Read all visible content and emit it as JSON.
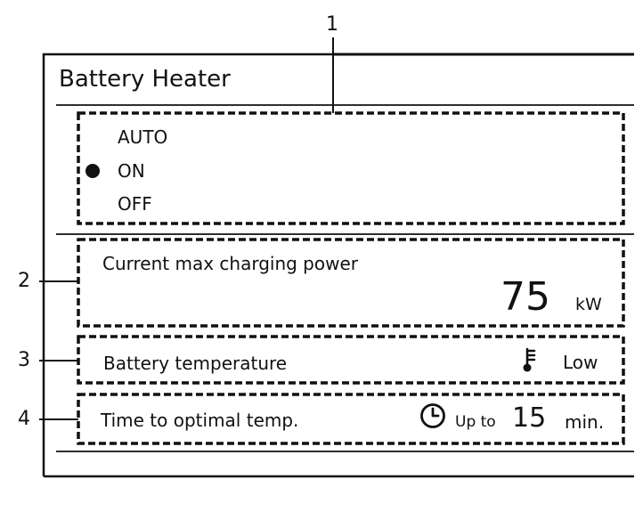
{
  "title": "Battery Heater",
  "heater_options": [
    {
      "label": "AUTO",
      "selected": false
    },
    {
      "label": "ON",
      "selected": true
    },
    {
      "label": "OFF",
      "selected": false
    }
  ],
  "charging": {
    "label": "Current max charging power",
    "value": "75",
    "unit": "kW"
  },
  "temperature": {
    "label": "Battery temperature",
    "value": "Low",
    "icon": "thermometer-icon"
  },
  "time": {
    "label": "Time to optimal temp.",
    "prefix": "Up to",
    "value": "15",
    "unit": "min.",
    "icon": "clock-icon"
  },
  "callouts": [
    "1",
    "2",
    "3",
    "4"
  ]
}
